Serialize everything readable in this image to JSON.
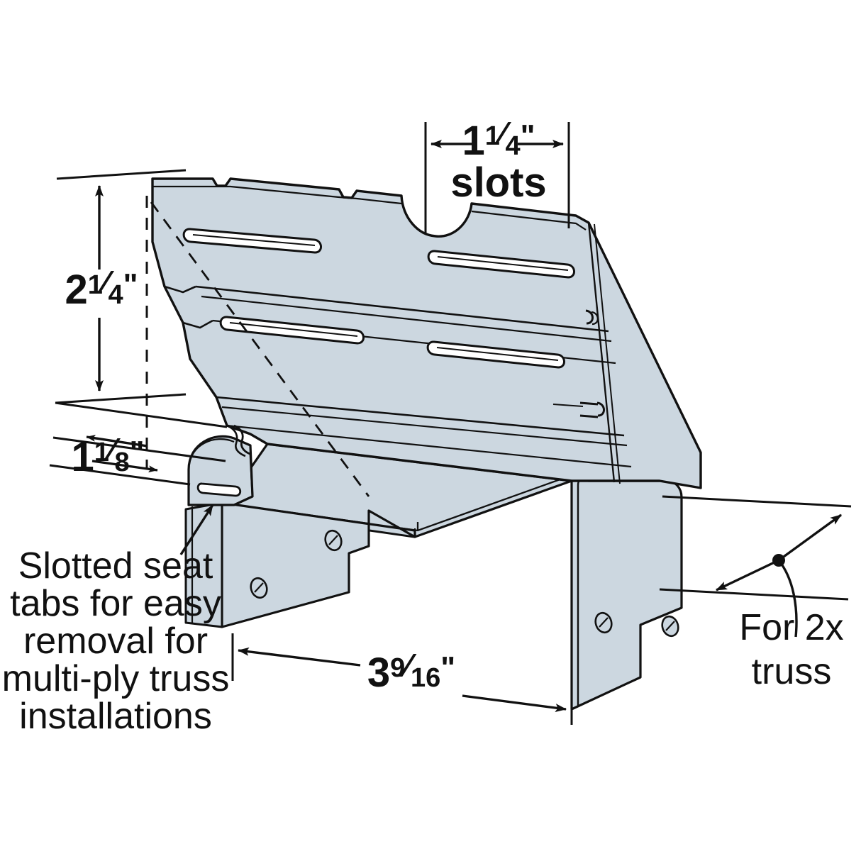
{
  "figure": {
    "title": "Slotted truss hanger bracket isometric dimension drawing",
    "background_color": "#ffffff",
    "metal_fill_color": "#ccd7e0",
    "metal_fill_light": "#dfe7ec",
    "line_color": "#111111",
    "text_color": "#111111"
  },
  "dimensions": {
    "slot_width": {
      "label": "1¼\" slots",
      "whole": "1",
      "numerator": "1",
      "denominator": "4",
      "unit": "\"",
      "line2": "slots",
      "value_inches": 1.25,
      "orientation": "horizontal",
      "position": "top"
    },
    "height": {
      "label": "2¼\"",
      "whole": "2",
      "numerator": "1",
      "denominator": "4",
      "unit": "\"",
      "value_inches": 2.25,
      "orientation": "vertical",
      "position": "left"
    },
    "depth": {
      "label": "1⅛\"",
      "whole": "1",
      "numerator": "1",
      "denominator": "8",
      "unit": "\"",
      "value_inches": 1.125,
      "orientation": "oblique",
      "position": "left-lower"
    },
    "width": {
      "label": "3⁹⁄₁₆\"",
      "whole": "3",
      "numerator": "9",
      "denominator": "16",
      "unit": "\"",
      "value_inches": 3.5625,
      "orientation": "horizontal",
      "position": "bottom"
    }
  },
  "callouts": {
    "seat_tabs": {
      "lines": [
        "Slotted seat",
        "tabs for easy",
        "removal for",
        "multi-ply truss",
        "installations"
      ],
      "position": "bottom-left",
      "leader": "arrow-up-right-to-seat-tab"
    },
    "truss": {
      "lines": [
        "For 2x",
        "truss"
      ],
      "position": "right",
      "leader": "curved-to-dimension-midpoint"
    }
  },
  "part_features": {
    "back_plate_slots_count": 4,
    "top_notches_count": 2,
    "top_semicircle_cutout": true,
    "nail_holes_left_flange": 2,
    "nail_holes_right_flange": 2,
    "seat_tab_rounded": true
  }
}
